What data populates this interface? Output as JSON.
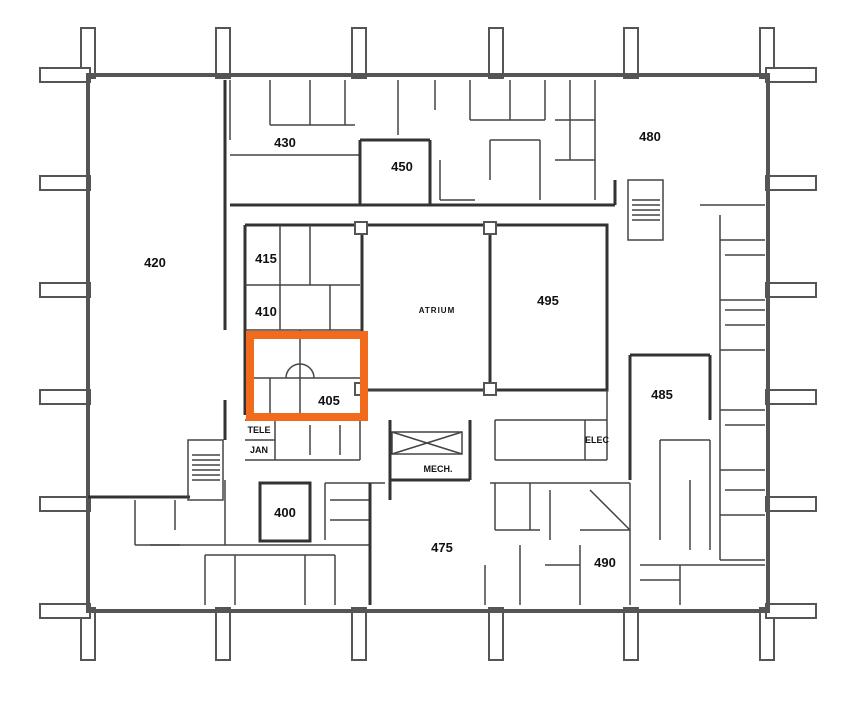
{
  "floor_plan": {
    "rooms": [
      {
        "id": "420",
        "label": "420"
      },
      {
        "id": "430",
        "label": "430"
      },
      {
        "id": "450",
        "label": "450"
      },
      {
        "id": "480",
        "label": "480"
      },
      {
        "id": "415",
        "label": "415"
      },
      {
        "id": "410",
        "label": "410"
      },
      {
        "id": "405",
        "label": "405"
      },
      {
        "id": "495",
        "label": "495"
      },
      {
        "id": "485",
        "label": "485"
      },
      {
        "id": "400",
        "label": "400"
      },
      {
        "id": "475",
        "label": "475"
      },
      {
        "id": "490",
        "label": "490"
      }
    ],
    "areas": {
      "atrium": "ATRIUM",
      "tele": "TELE",
      "jan": "JAN",
      "elec": "ELEC",
      "mech": "MECH."
    },
    "highlight": {
      "room": "405",
      "color": "#f26b1d"
    }
  }
}
